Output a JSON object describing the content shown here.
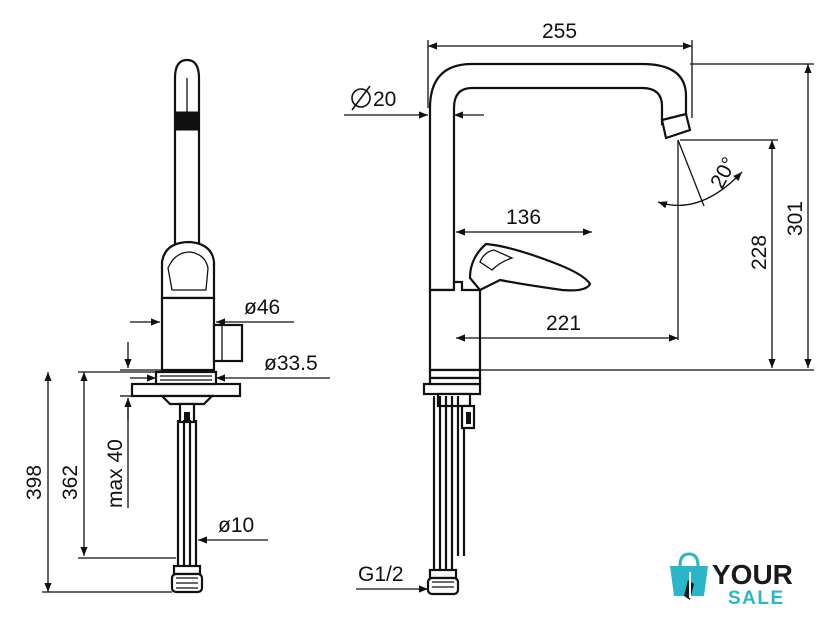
{
  "dimensions": {
    "width_255": "255",
    "dia_20": "20",
    "angle_20": "20°",
    "len_136": "136",
    "height_228": "228",
    "height_301": "301",
    "len_221": "221",
    "dia_46": "ø46",
    "dia_33_5": "ø33.5",
    "max_40": "max 40",
    "len_362": "362",
    "len_398": "398",
    "dia_10": "ø10",
    "thread_g12": "G1/2"
  },
  "logo": {
    "line1": "YOUR",
    "line2": "SALE",
    "color_primary": "#1a1a1a",
    "color_accent": "#2bb5c8"
  }
}
